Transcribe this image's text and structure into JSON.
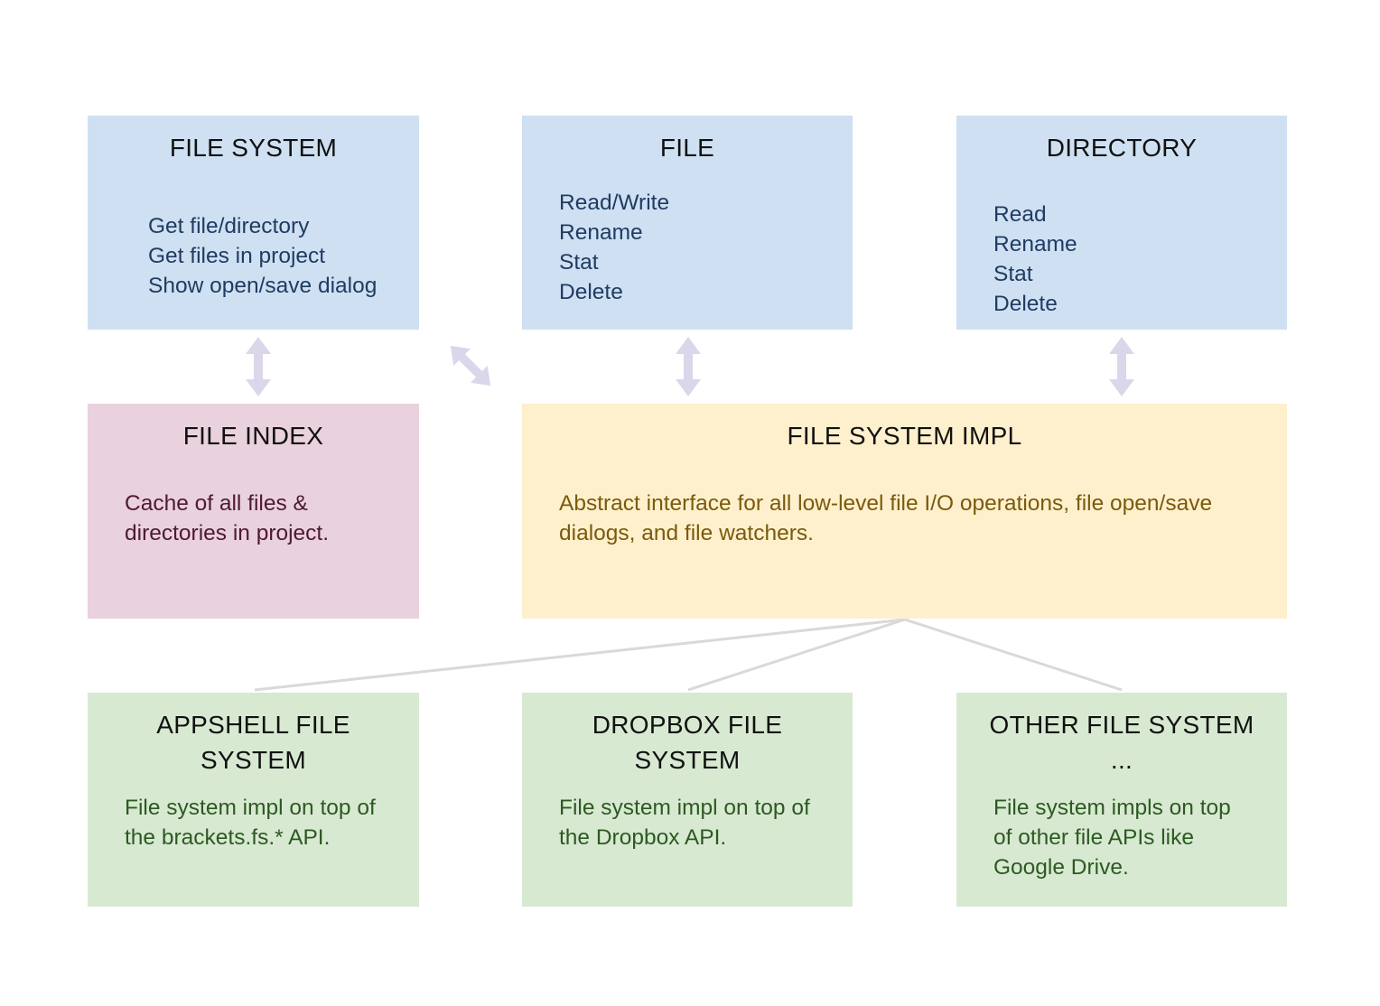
{
  "colors": {
    "interface_box": "#cfe0f2",
    "index_box": "#e9d1dd",
    "impl_box": "#fff0cd",
    "concrete_impl_box": "#d8e9d2",
    "arrow": "#dcd6ea",
    "connector_line": "#d9d9d9"
  },
  "boxes": {
    "file_system": {
      "title": "FILE SYSTEM",
      "lines": [
        "Get file/directory",
        "Get files in project",
        "Show open/save dialog"
      ]
    },
    "file": {
      "title": "FILE",
      "lines": [
        "Read/Write",
        "Rename",
        "Stat",
        "Delete"
      ]
    },
    "directory": {
      "title": "DIRECTORY",
      "lines": [
        "Read",
        "Rename",
        "Stat",
        "Delete"
      ]
    },
    "file_index": {
      "title": "FILE INDEX",
      "lines": [
        "Cache of all files &",
        "directories in project."
      ]
    },
    "file_system_impl": {
      "title": "FILE SYSTEM IMPL",
      "lines": [
        "Abstract interface for all low-level file I/O operations, file open/save",
        "dialogs, and file watchers."
      ]
    },
    "appshell": {
      "title_lines": [
        "APPSHELL FILE",
        "SYSTEM"
      ],
      "lines": [
        "File system impl on top of",
        "the brackets.fs.* API."
      ]
    },
    "dropbox": {
      "title_lines": [
        "DROPBOX FILE",
        "SYSTEM"
      ],
      "lines": [
        "File system impl on top of",
        "the Dropbox API."
      ]
    },
    "other": {
      "title_lines": [
        "OTHER FILE SYSTEM",
        "..."
      ],
      "lines": [
        "File system impls on top",
        "of other file APIs like",
        "Google Drive."
      ]
    }
  },
  "arrow_icons": [
    "double-arrow-icon"
  ]
}
